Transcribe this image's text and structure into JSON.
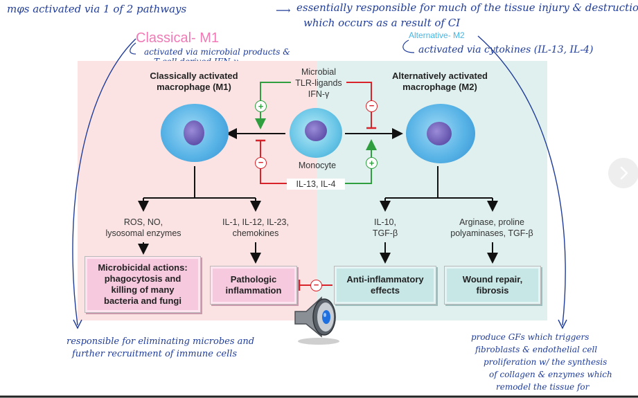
{
  "annotations": {
    "top_left": "mφs activated via 1 of 2 pathways",
    "top_line1": "essentially responsible for much of the tissue injury & destruction",
    "top_line2": "which occurs as a result of CI",
    "classical_title": "Classical- M1",
    "classical_note1": "activated via microbial products &",
    "classical_note2": "T cell derived IFN-γ",
    "alternative_title": "Alternative- M2",
    "alternative_note": "activated via cytokines (IL-13, IL-4)",
    "bottom_left1": "responsible for eliminating microbes and",
    "bottom_left2": "further recruitment of immune cells",
    "bottom_right1": "produce GFs which triggers",
    "bottom_right2": "fibroblasts & endothelial cell",
    "bottom_right3": "proliferation w/ the synthesis",
    "bottom_right4": "of collagen & enzymes which",
    "bottom_right5": "remodel the tissue for"
  },
  "diagram": {
    "m1_heading_1": "Classically activated",
    "m1_heading_2": "macrophage (M1)",
    "m2_heading_1": "Alternatively activated",
    "m2_heading_2": "macrophage (M2)",
    "stimuli_1": "Microbial",
    "stimuli_2": "TLR-ligands",
    "stimuli_3": "IFN-γ",
    "monocyte": "Monocyte",
    "cytokines": "IL-13, IL-4",
    "m1_prod1_1": "ROS, NO,",
    "m1_prod1_2": "lysosomal enzymes",
    "m1_prod2_1": "IL-1, IL-12, IL-23,",
    "m1_prod2_2": "chemokines",
    "m2_prod1_1": "IL-10,",
    "m2_prod1_2": "TGF-β",
    "m2_prod2_1": "Arginase, proline",
    "m2_prod2_2": "polyaminases, TGF-β",
    "box_microbicidal_1": "Microbicidal actions:",
    "box_microbicidal_2": "phagocytosis and",
    "box_microbicidal_3": "killing of many",
    "box_microbicidal_4": "bacteria and fungi",
    "box_pathologic_1": "Pathologic",
    "box_pathologic_2": "inflammation",
    "box_antiinflam_1": "Anti-inflammatory",
    "box_antiinflam_2": "effects",
    "box_wound_1": "Wound repair,",
    "box_wound_2": "fibrosis",
    "plus": "+",
    "minus": "−"
  },
  "colors": {
    "panel_m1": "#fbe3e3",
    "panel_m2": "#dff0ee",
    "activation_green": "#2e9e3e",
    "inhibition_red": "#d8232a",
    "handwriting_blue": "#1f3c9a",
    "classical_pink": "#f07ab5",
    "alternative_cyan": "#44b6e6"
  },
  "icons": {
    "speaker": "speaker-icon",
    "next": "chevron-right-icon"
  }
}
